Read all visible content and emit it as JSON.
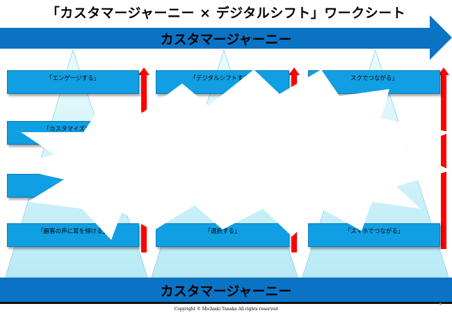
{
  "title": "「カスタマージャーニー × デジタルシフト」ワークシート",
  "top_band": {
    "label": "カスタマージャーニー"
  },
  "bottom_band": {
    "label": "カスタマージャーニー"
  },
  "copyright": "Copyright © Michiaki Tanaka All rights reserved",
  "columns": [
    {
      "boxes": [
        "「エンゲージする」",
        "「カスタマイズする」",
        "",
        "「顧客の声に耳を傾ける」"
      ]
    },
    {
      "boxes": [
        "「デジタルシフトする」",
        "",
        "",
        "「選択する」"
      ]
    },
    {
      "boxes": [
        "スクでつながる」",
        "",
        "",
        "「スマホでつながる」"
      ]
    }
  ],
  "colors": {
    "band_blue": "#0a73c4",
    "box_blue": "#0f9fe2",
    "pyramid_fill": "#cdf2f9",
    "arrow_red": "#ff0000"
  }
}
